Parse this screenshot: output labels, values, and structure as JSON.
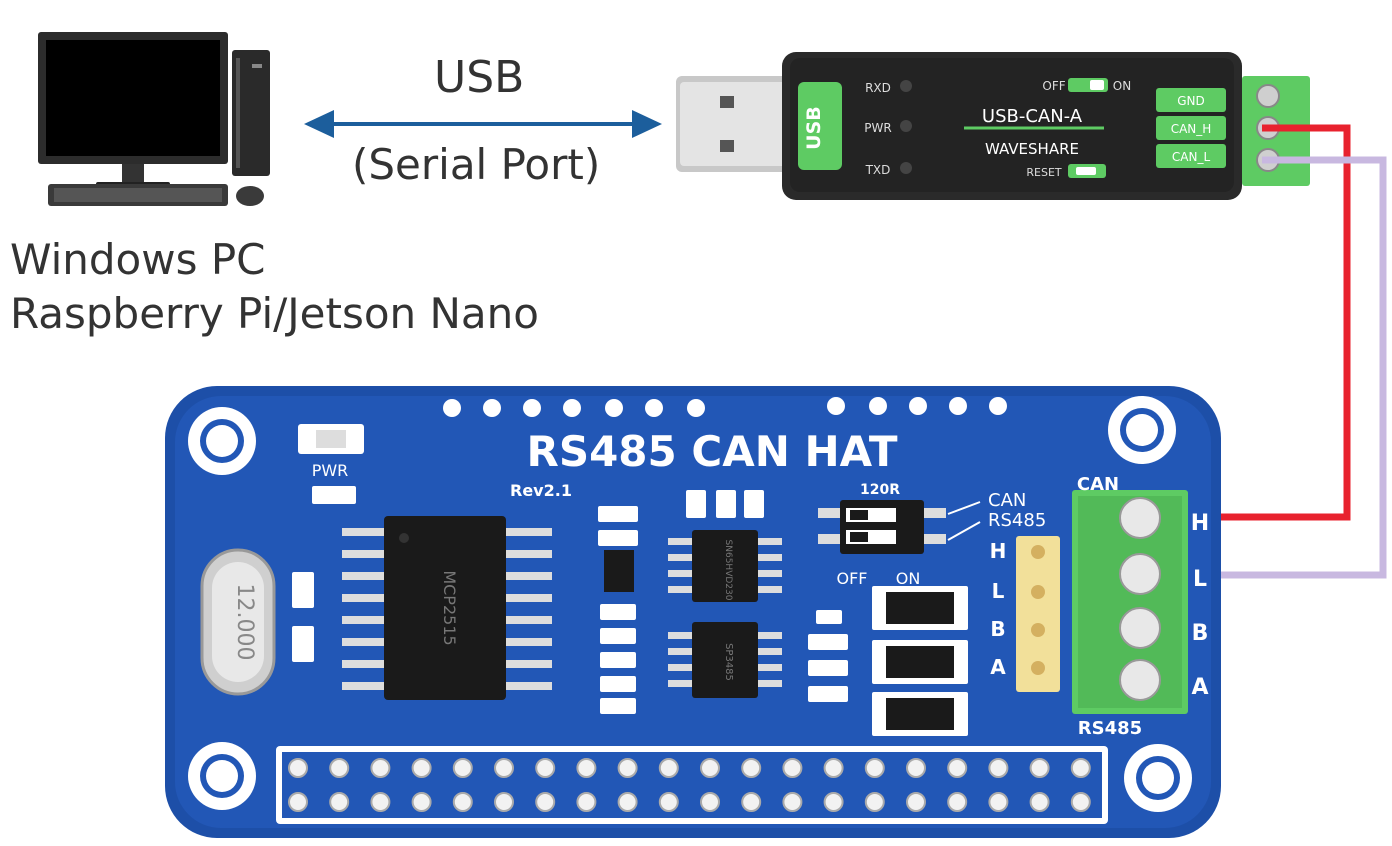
{
  "pc": {
    "line1": "Windows PC",
    "line2": "Raspberry Pi/Jetson Nano"
  },
  "link": {
    "title": "USB",
    "subtitle": "(Serial Port)"
  },
  "usb_can": {
    "model": "USB-CAN-A",
    "brand": "WAVESHARE",
    "usb_tag": "USB",
    "leds": [
      "RXD",
      "PWR",
      "TXD"
    ],
    "switch_off": "OFF",
    "switch_on": "ON",
    "reset": "RESET",
    "terminals": [
      "GND",
      "CAN_H",
      "CAN_L"
    ]
  },
  "hat": {
    "title": "RS485 CAN HAT",
    "rev": "Rev2.1",
    "pwr": "PWR",
    "crystal": "12.000",
    "resistor_label": "120R",
    "dip_options": [
      "CAN",
      "RS485"
    ],
    "dip_states": [
      "OFF",
      "ON"
    ],
    "header_pins": [
      "H",
      "L",
      "B",
      "A"
    ],
    "can_port": "CAN",
    "rs485_port": "RS485",
    "chip1": "MCP2515",
    "chip2": "SN65HVD230",
    "chip3": "SP3485"
  },
  "colors": {
    "wire_h": "#e8222e",
    "wire_l": "#c8b8e0",
    "arrow": "#1c5e9c",
    "board": "#1d4fa8",
    "terminal": "#5ecb63",
    "dongle": "#2a2a2a"
  }
}
